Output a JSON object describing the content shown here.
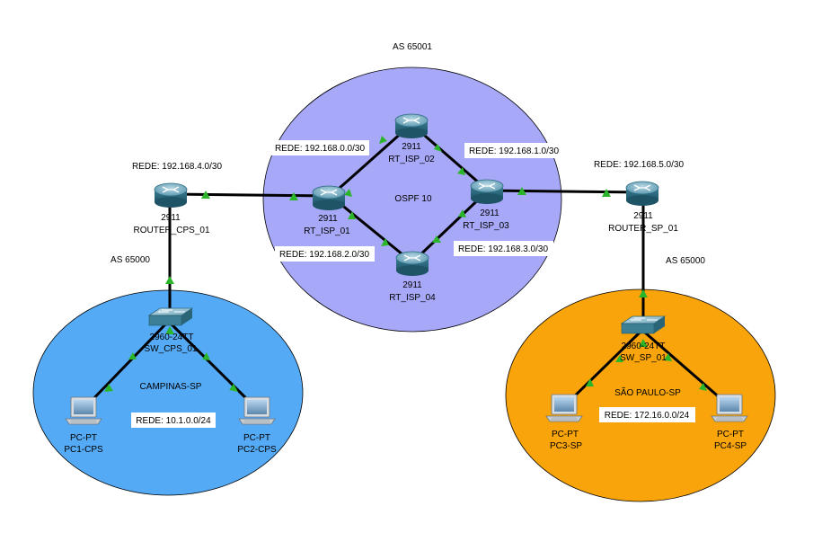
{
  "areas": {
    "isp": {
      "as_label": "AS 65001",
      "protocol_label": "OSPF 10",
      "color": "#a8a8f8"
    },
    "campinas": {
      "name": "CAMPINAS-SP",
      "as_label": "AS 65000",
      "color": "#55aaf6",
      "net_label": "REDE: 10.1.0.0/24"
    },
    "saopaulo": {
      "name": "SÃO PAULO-SP",
      "as_label": "AS 65000",
      "color": "#f9a40b",
      "net_label": "REDE: 172.16.0.0/24"
    }
  },
  "routers": {
    "rt_isp_01": {
      "model": "2911",
      "name": "RT_ISP_01"
    },
    "rt_isp_02": {
      "model": "2911",
      "name": "RT_ISP_02"
    },
    "rt_isp_03": {
      "model": "2911",
      "name": "RT_ISP_03"
    },
    "rt_isp_04": {
      "model": "2911",
      "name": "RT_ISP_04"
    },
    "router_cps": {
      "model": "2911",
      "name": "ROUTER_CPS_01"
    },
    "router_sp": {
      "model": "2911",
      "name": "ROUTER_SP_01"
    }
  },
  "switches": {
    "sw_cps": {
      "model": "2960-24TT",
      "name": "SW_CPS_01"
    },
    "sw_sp": {
      "model": "2960-24TT",
      "name": "SW_SP_01"
    }
  },
  "pcs": {
    "pc1": {
      "model": "PC-PT",
      "name": "PC1-CPS"
    },
    "pc2": {
      "model": "PC-PT",
      "name": "PC2-CPS"
    },
    "pc3": {
      "model": "PC-PT",
      "name": "PC3-SP"
    },
    "pc4": {
      "model": "PC-PT",
      "name": "PC4-SP"
    }
  },
  "networks": {
    "n0": "REDE: 192.168.0.0/30",
    "n1": "REDE: 192.168.1.0/30",
    "n2": "REDE: 192.168.2.0/30",
    "n3": "REDE: 192.168.3.0/30",
    "n4": "REDE: 192.168.4.0/30",
    "n5": "REDE: 192.168.5.0/30"
  },
  "colors": {
    "router_body": "#2f6f86",
    "router_top": "#7fb2c4",
    "switch_body": "#3d7f94",
    "link_up": "#2bb52b"
  }
}
